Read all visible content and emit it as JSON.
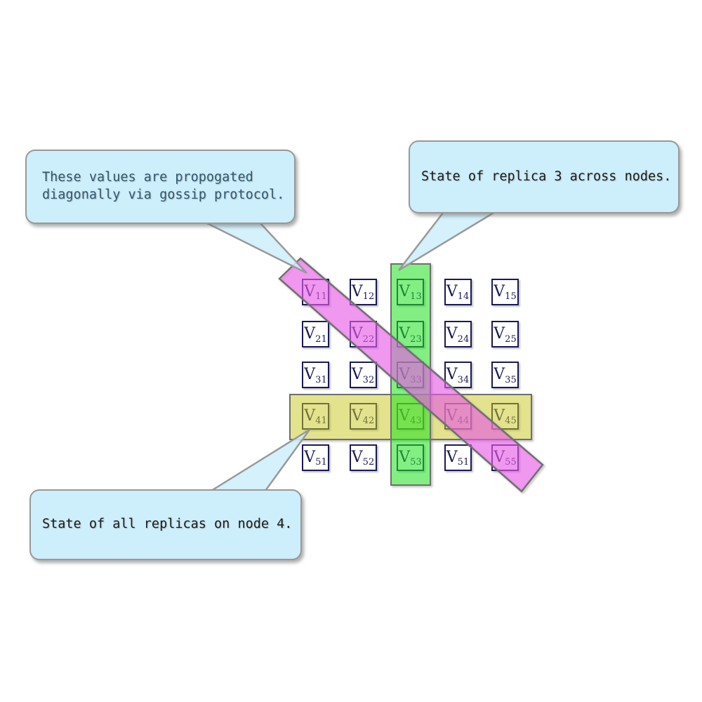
{
  "colors": {
    "background": "#ffffff",
    "calloutFill": "#cdeefb",
    "calloutBorder": "#999999",
    "tailFill": "rgba(205,238,251,0.85)",
    "cellBorder": "#1a1a55",
    "cellText": "#1a1a55",
    "bandBorder": "#6f6f6f",
    "greenFill": "rgba(30,225,30,0.55)",
    "yellowFill": "rgba(200,200,30,0.5)",
    "pinkFill": "rgba(250,80,250,0.5)",
    "gossipText": "#30596d",
    "darkText": "#1c1c1c"
  },
  "grid": {
    "symbol": "V",
    "cells": [
      [
        "11",
        "12",
        "13",
        "14",
        "15"
      ],
      [
        "21",
        "22",
        "23",
        "24",
        "25"
      ],
      [
        "31",
        "32",
        "33",
        "34",
        "35"
      ],
      [
        "41",
        "42",
        "43",
        "44",
        "45"
      ],
      [
        "51",
        "52",
        "53",
        "51",
        "55"
      ]
    ]
  },
  "highlights": {
    "green_column": "column 3 (replica 3) highlight",
    "yellow_row": "row 4 (node 4) highlight",
    "pink_diagonal": "diagonal values highlight"
  },
  "callouts": {
    "gossip": {
      "lines": [
        "These values are propogated",
        "diagonally via gossip protocol."
      ]
    },
    "replica": {
      "text": "State of replica 3 across nodes."
    },
    "node": {
      "text": "State of all replicas on node 4."
    }
  }
}
